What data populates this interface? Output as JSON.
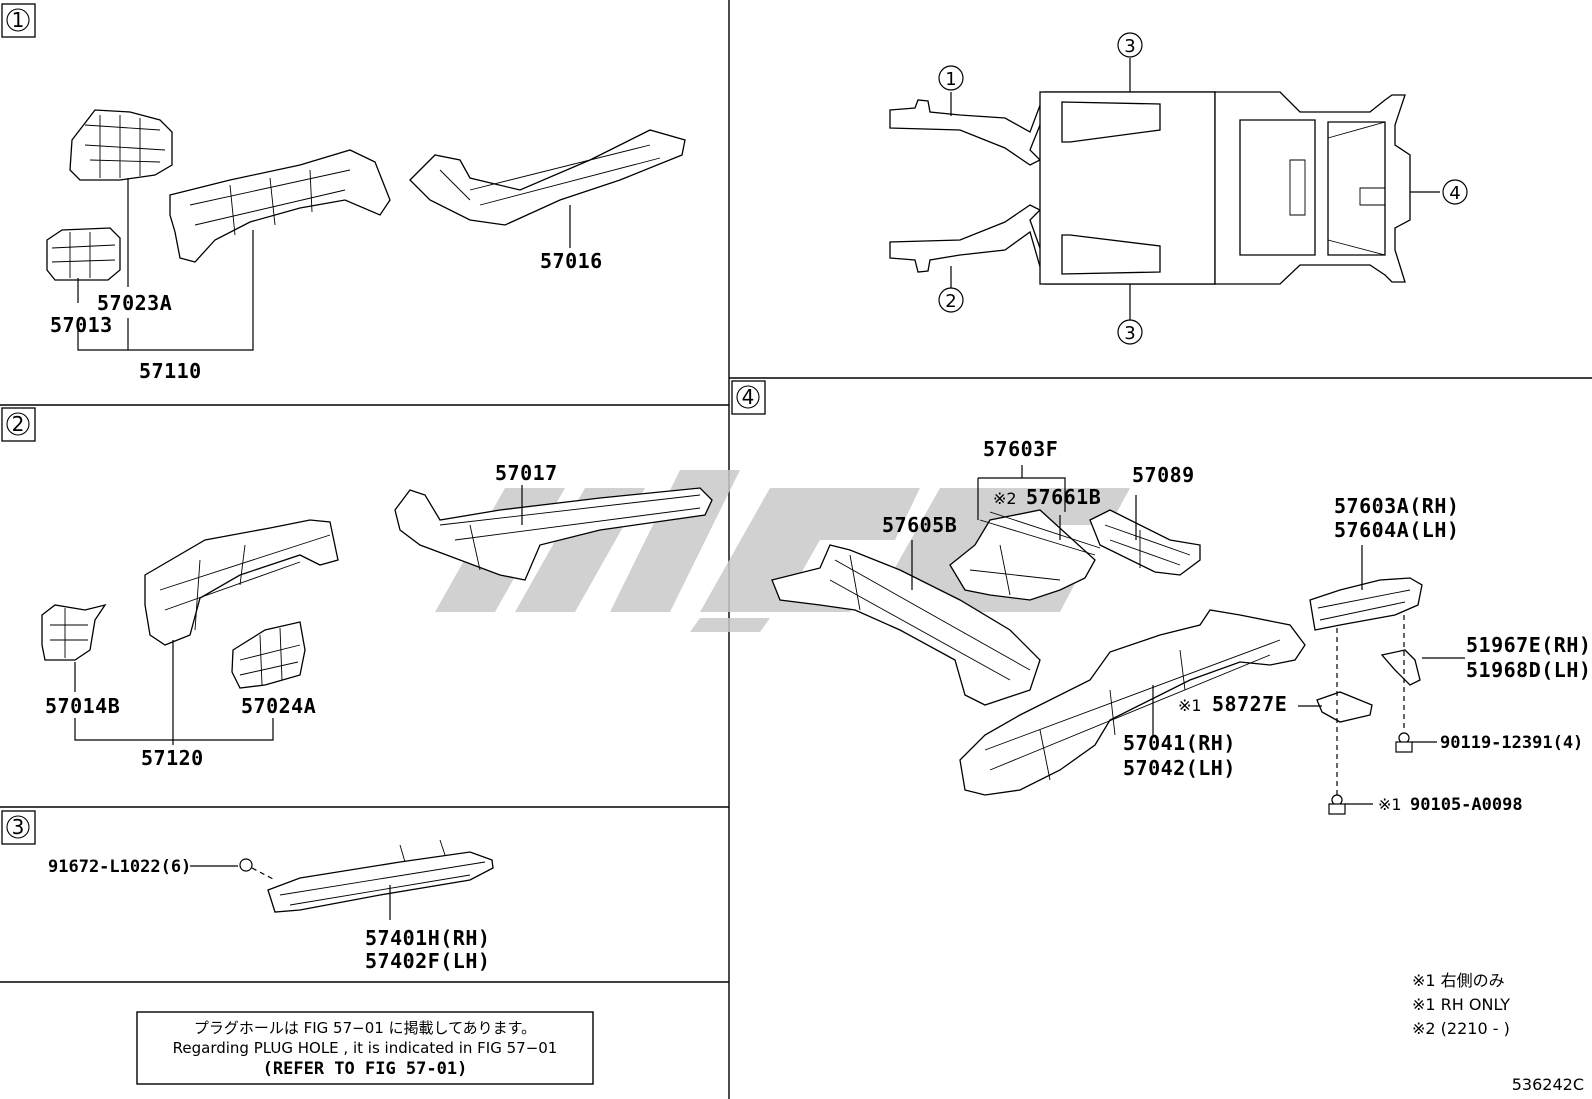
{
  "sections": {
    "s1": {
      "num": "1"
    },
    "s2": {
      "num": "2"
    },
    "s3": {
      "num": "3"
    },
    "s4": {
      "num": "4"
    }
  },
  "overview": {
    "labels": [
      "1",
      "2",
      "3",
      "3",
      "4"
    ]
  },
  "section1": {
    "parts": [
      "57023A",
      "57013",
      "57110",
      "57016"
    ]
  },
  "section2": {
    "parts": [
      "57017",
      "57014B",
      "57024A",
      "57120"
    ]
  },
  "section3": {
    "parts": [
      "91672-L1022(6)",
      "57401H(RH)",
      "57402F(LH)"
    ]
  },
  "section4": {
    "parts": {
      "p57603F": "57603F",
      "p57661B": "57661B",
      "p57661B_mark": "※2",
      "p57089": "57089",
      "p57605B": "57605B",
      "p57603A": "57603A(RH)",
      "p57604A": "57604A(LH)",
      "p51967E": "51967E(RH)",
      "p51968D": "51968D(LH)",
      "p58727E": "58727E",
      "p58727E_mark": "※1",
      "p90119": "90119-12391(4)",
      "p57041": "57041(RH)",
      "p57042": "57042(LH)",
      "p90105": "90105-A0098",
      "p90105_mark": "※1"
    }
  },
  "notes": [
    "※1 右側のみ",
    "※1 RH ONLY",
    "※2 (2210 -      )"
  ],
  "refer_box": {
    "line1": "プラグホールは FIG 57−01 に掲載してあります。",
    "line2": "Regarding  PLUG  HOLE , it is indicated in FIG  57−01",
    "line3": "(REFER TO FIG 57-01)"
  },
  "diagram_id": "536242C",
  "colors": {
    "line": "#000000",
    "background": "#ffffff",
    "watermark": "#c8c8c8"
  }
}
